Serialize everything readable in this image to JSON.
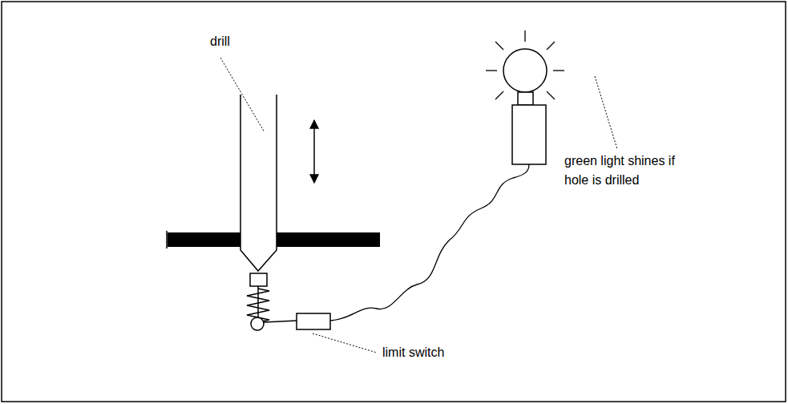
{
  "diagram": {
    "labels": [
      "drill",
      "green light shines if hole is drilled",
      "limit switch"
    ]
  }
}
